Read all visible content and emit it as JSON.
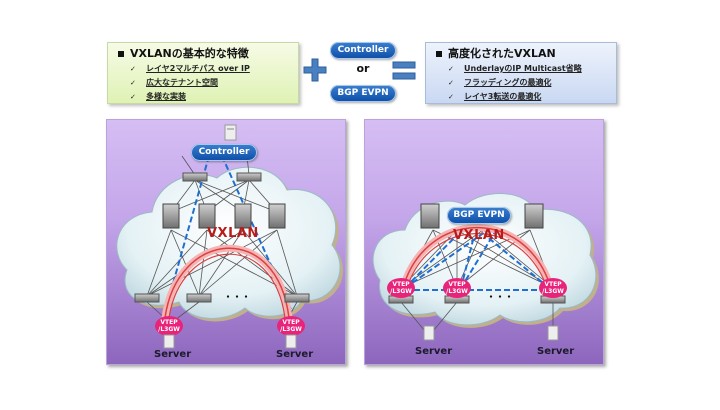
{
  "left_box": {
    "title": "VXLANの基本的な特徴",
    "items": [
      "レイヤ2マルチパス over IP",
      "広大なテナント空間",
      "多様な実装"
    ]
  },
  "right_box": {
    "title": "高度化されたVXLAN",
    "items": [
      "UnderlayのIP Multicast省略",
      "フラッディングの最適化",
      "レイヤ3転送の最適化"
    ]
  },
  "middle": {
    "plus_symbol": "+",
    "option_a": "Controller",
    "or_text": "or",
    "option_b": "BGP EVPN",
    "equals_symbol": "="
  },
  "left_panel": {
    "control_label": "Controller",
    "overlay_label": "VXLAN",
    "vtep_label_line1": "VTEP",
    "vtep_label_line2": "/L3GW",
    "ellipsis": "・・・",
    "servers": [
      "Server",
      "Server"
    ]
  },
  "right_panel": {
    "control_label": "BGP EVPN",
    "overlay_label": "VXLAN",
    "vtep_label_line1": "VTEP",
    "vtep_label_line2": "/L3GW",
    "ellipsis": "・・・",
    "servers": [
      "Server",
      "Server"
    ]
  },
  "colors": {
    "pill_blue": "#0c4ea7",
    "vxlan_red": "#b71c1c",
    "vtep_pink": "#e8247a",
    "panel_purple": "#8d66bd",
    "tunnel_dash": "#1e6fd0"
  }
}
